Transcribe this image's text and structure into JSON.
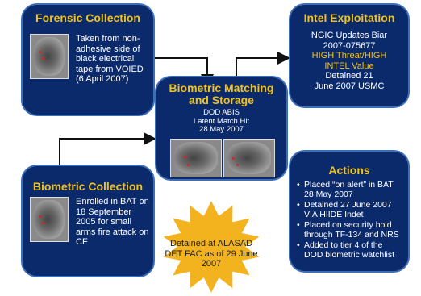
{
  "forensic": {
    "title": "Forensic Collection",
    "text": "Taken from non-adhesive side of black electrical tape from VOIED (6 April 2007)"
  },
  "intel": {
    "title": "Intel Exploitation",
    "line1": "NGIC Updates Biar",
    "line2": "2007-075677",
    "line3": "HIGH Threat/HIGH",
    "line4": "INTEL Value",
    "line5": "Detained 21",
    "line6": "June 2007 USMC"
  },
  "matching": {
    "title": "Biometric Matching and Storage",
    "line1": "DOD ABIS",
    "line2": "Latent Match Hit",
    "line3": "28 May 2007"
  },
  "collection": {
    "title": "Biometric Collection",
    "text": "Enrolled in BAT on 18 September 2005 for small arms fire attack on CF"
  },
  "actions": {
    "title": "Actions",
    "items": [
      "Placed “on alert” in BAT 28 May 2007",
      "Detained 27 June 2007 VIA HIIDE Indet",
      "Placed on security hold through TF-134 and NRS",
      "Added to tier 4 of the DOD biometric watchlist"
    ]
  },
  "star": {
    "text": "Detained at ALASAD DET FAC as of 29 June 2007"
  },
  "colors": {
    "box_fill": "#0b2a6b",
    "box_border": "#3d6fb8",
    "title_yellow": "#f2c21a",
    "star_fill": "#f2b31f"
  }
}
